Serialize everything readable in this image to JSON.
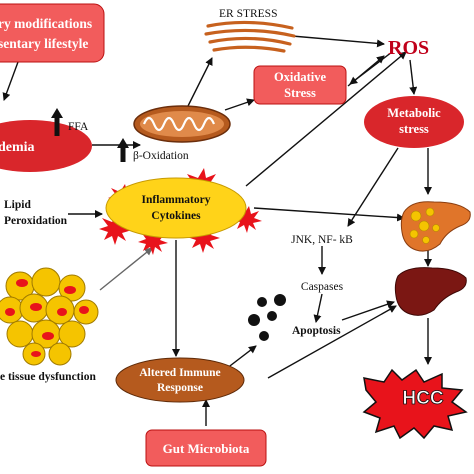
{
  "nodes": {
    "diet_lifestyle": {
      "line1": "ry modifications",
      "line2": "sentary lifestyle"
    },
    "hyperlipidemia": "demia",
    "er_stress": "ER STRESS",
    "ros": "ROS",
    "oxidative_stress": {
      "line1": "Oxidative",
      "line2": "Stress"
    },
    "metabolic_stress": {
      "line1": "Metabolic",
      "line2": "stress"
    },
    "ffa": "FFA",
    "beta_oxidation": "β-Oxidation",
    "lipid_peroxidation": {
      "line1": "Lipid",
      "line2": "Peroxidation"
    },
    "inflammatory_cytokines": {
      "line1": "Inflammatory",
      "line2": "Cytokines"
    },
    "jnk_nfkb": "JNK, NF- kB",
    "caspases": "Caspases",
    "apoptosis": "Apoptosis",
    "adipose_dysfunction": "e tissue dysfunction",
    "altered_immune": {
      "line1": "Altered Immune",
      "line2": "Response"
    },
    "gut_microbiota": "Gut Microbiota",
    "hcc": "HCC"
  },
  "colors": {
    "red_box": "#f25c5c",
    "red_dark": "#d9262b",
    "ros_red": "#c0001a",
    "orange_brown": "#b55a1e",
    "cytokine_yellow": "#ffd319",
    "fat_yellow": "#f5c400",
    "liver_orange": "#e0752a",
    "liver_dark": "#7b1713",
    "burst_red": "#e8131b"
  }
}
